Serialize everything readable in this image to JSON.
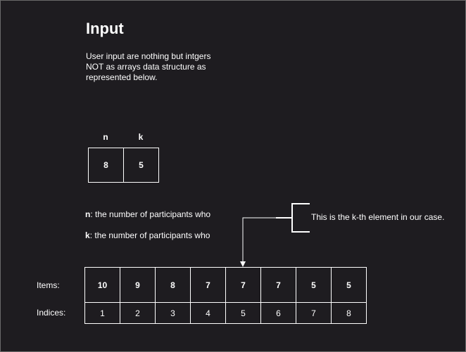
{
  "title": "Input",
  "description": [
    "User input are nothing but intgers",
    "NOT as arrays data structure as",
    "represented below."
  ],
  "nk": {
    "headers": [
      "n",
      "k"
    ],
    "values": [
      "8",
      "5"
    ]
  },
  "definitions": [
    {
      "key": "n",
      "text": ": the number of participants who"
    },
    {
      "key": "k",
      "text": ": the number of participants who"
    }
  ],
  "callout": "This is the k-th element in our case.",
  "items_label": "Items:",
  "indices_label": "Indices:",
  "items": [
    "10",
    "9",
    "8",
    "7",
    "7",
    "7",
    "5",
    "5"
  ],
  "indices": [
    "1",
    "2",
    "3",
    "4",
    "5",
    "6",
    "7",
    "8"
  ],
  "colors": {
    "background": "#1e1c20",
    "foreground": "#ffffff",
    "frame": "#6a6a6a"
  }
}
